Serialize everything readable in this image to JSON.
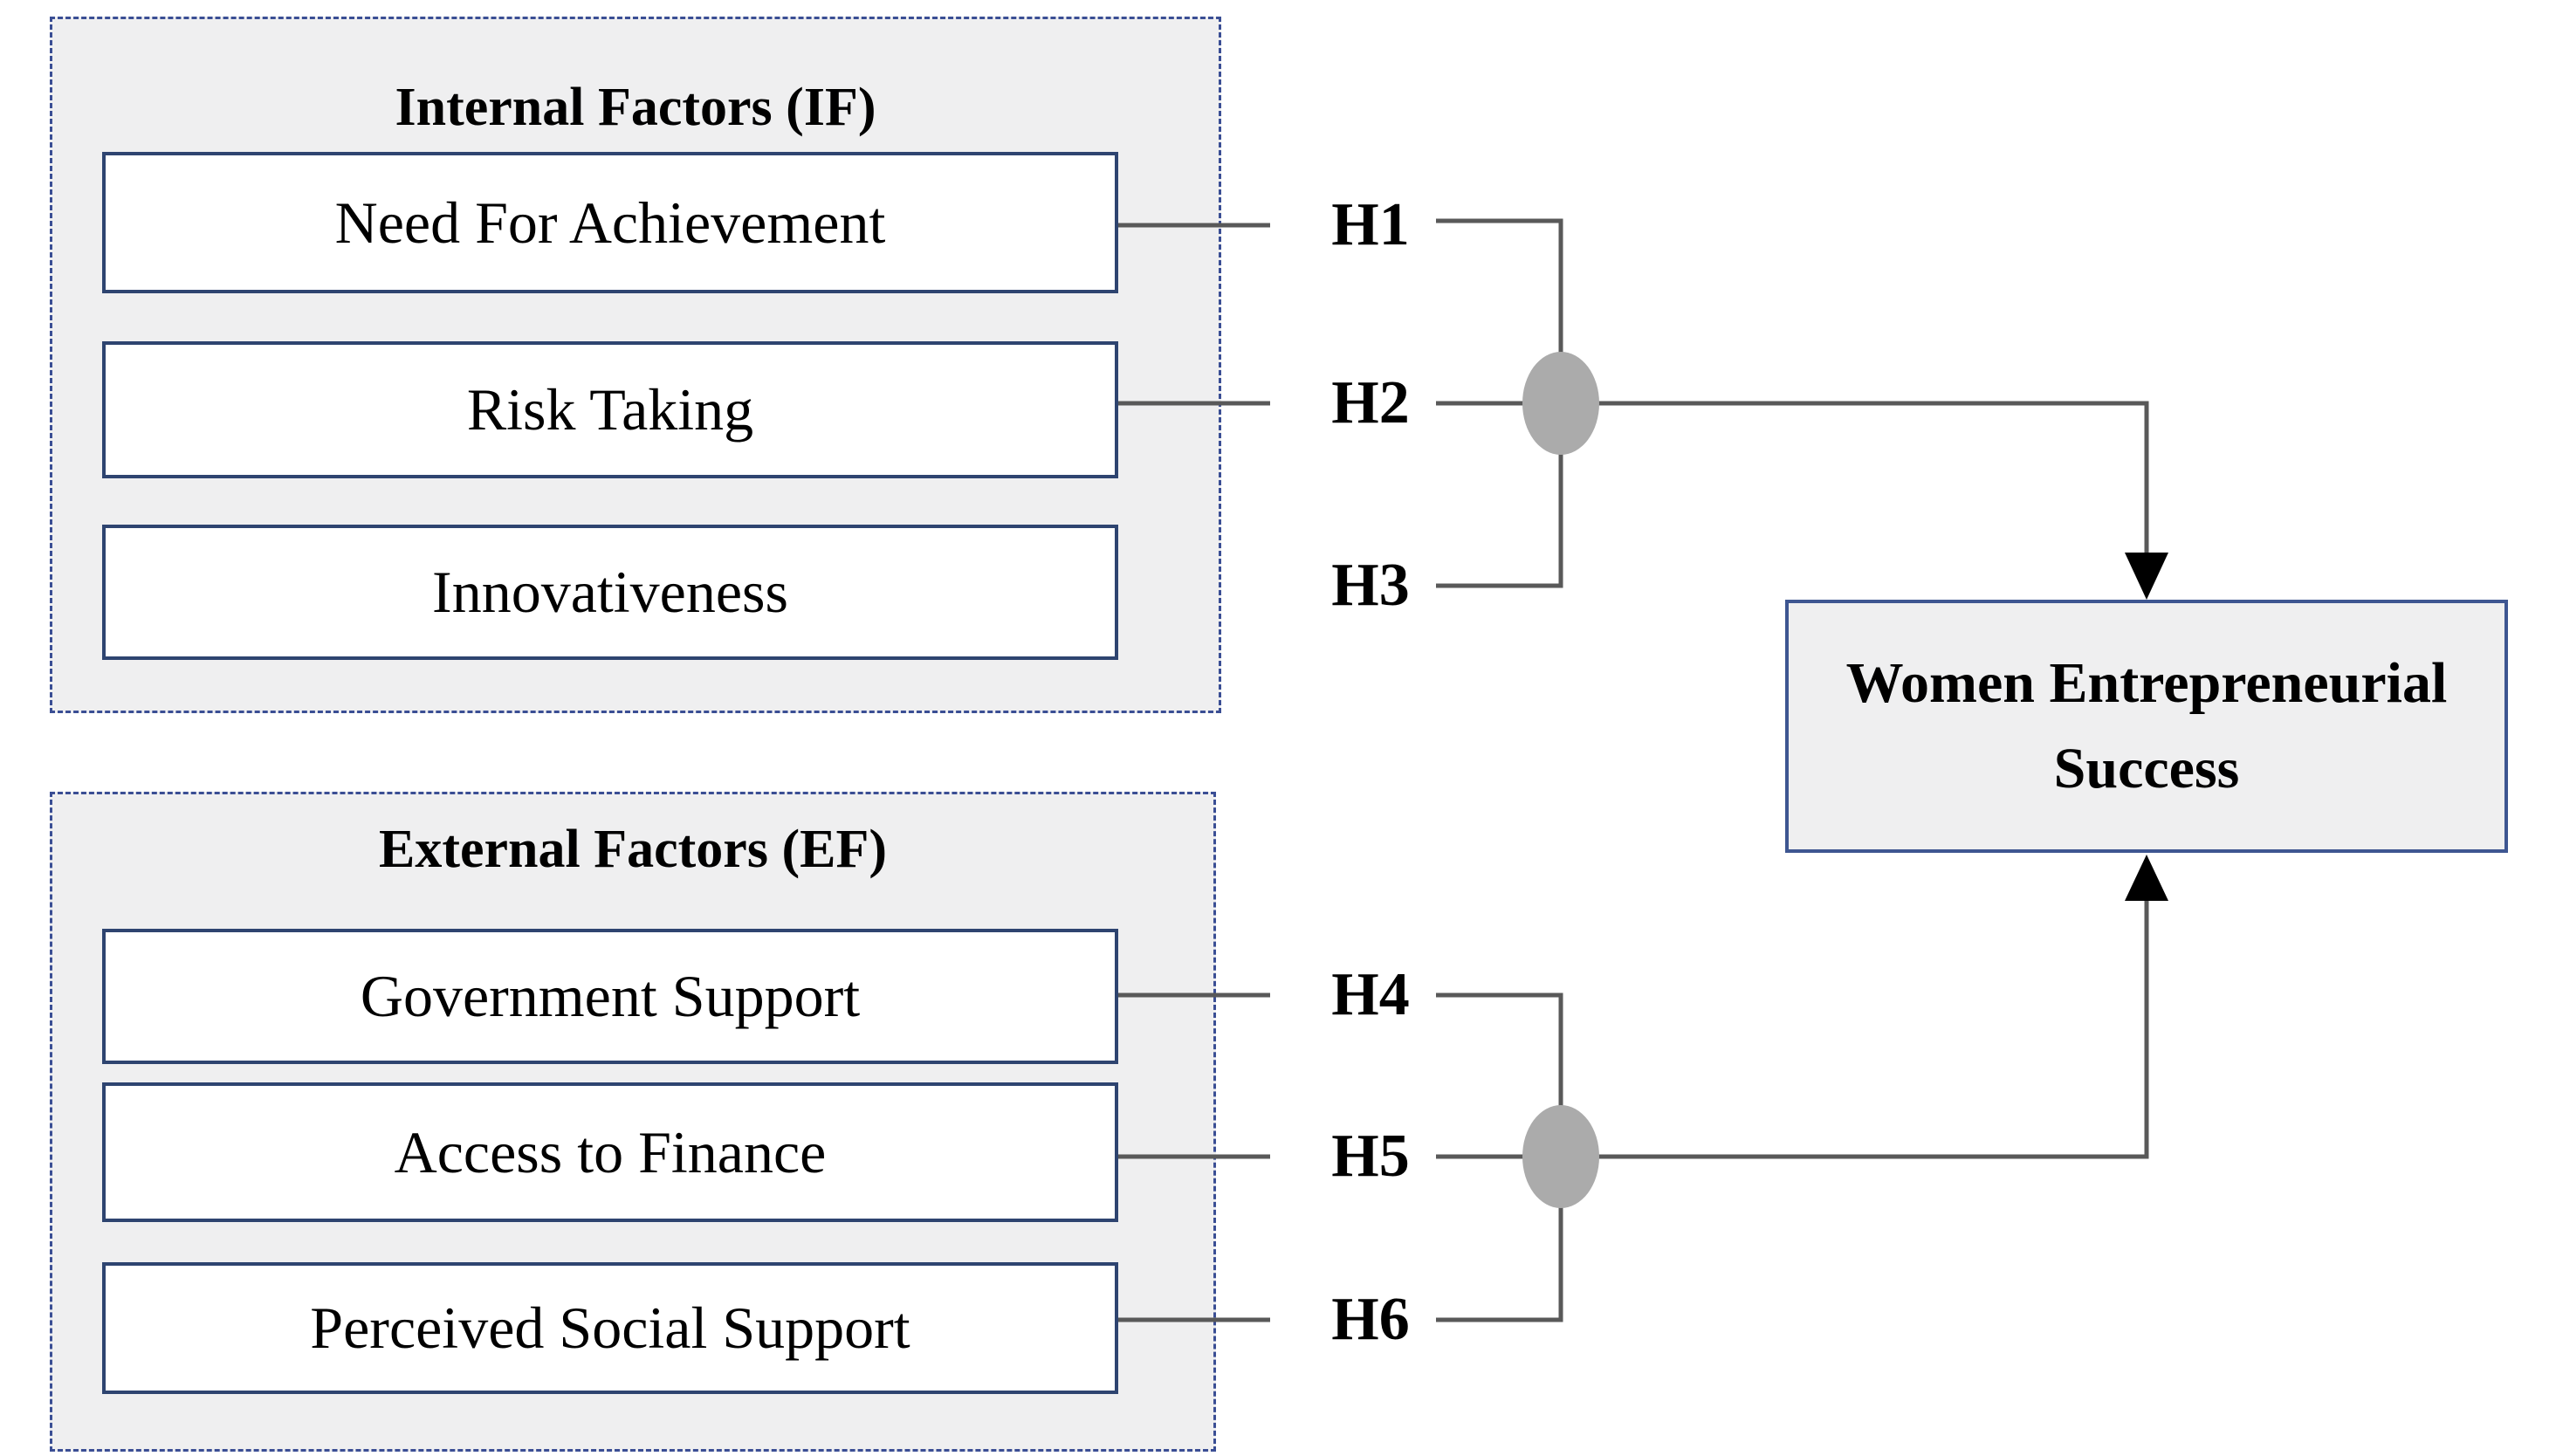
{
  "diagram": {
    "groups": {
      "internal": {
        "title": "Internal Factors (IF)",
        "items": [
          "Need For Achievement",
          "Risk Taking",
          "Innovativeness"
        ]
      },
      "external": {
        "title": "External Factors (EF)",
        "items": [
          "Government Support",
          "Access to Finance",
          "Perceived Social Support"
        ]
      }
    },
    "hypotheses": [
      "H1",
      "H2",
      "H3",
      "H4",
      "H5",
      "H6"
    ],
    "outcome": {
      "lines": [
        "Women Entrepreneurial",
        "Success"
      ]
    },
    "colors": {
      "group_fill": "#efeff0",
      "group_border": "#3a4e94",
      "factor_box_border": "#2e4470",
      "outcome_border": "#3e5691",
      "connector": "#595959",
      "junction": "#ababab",
      "arrow": "#000000"
    }
  }
}
